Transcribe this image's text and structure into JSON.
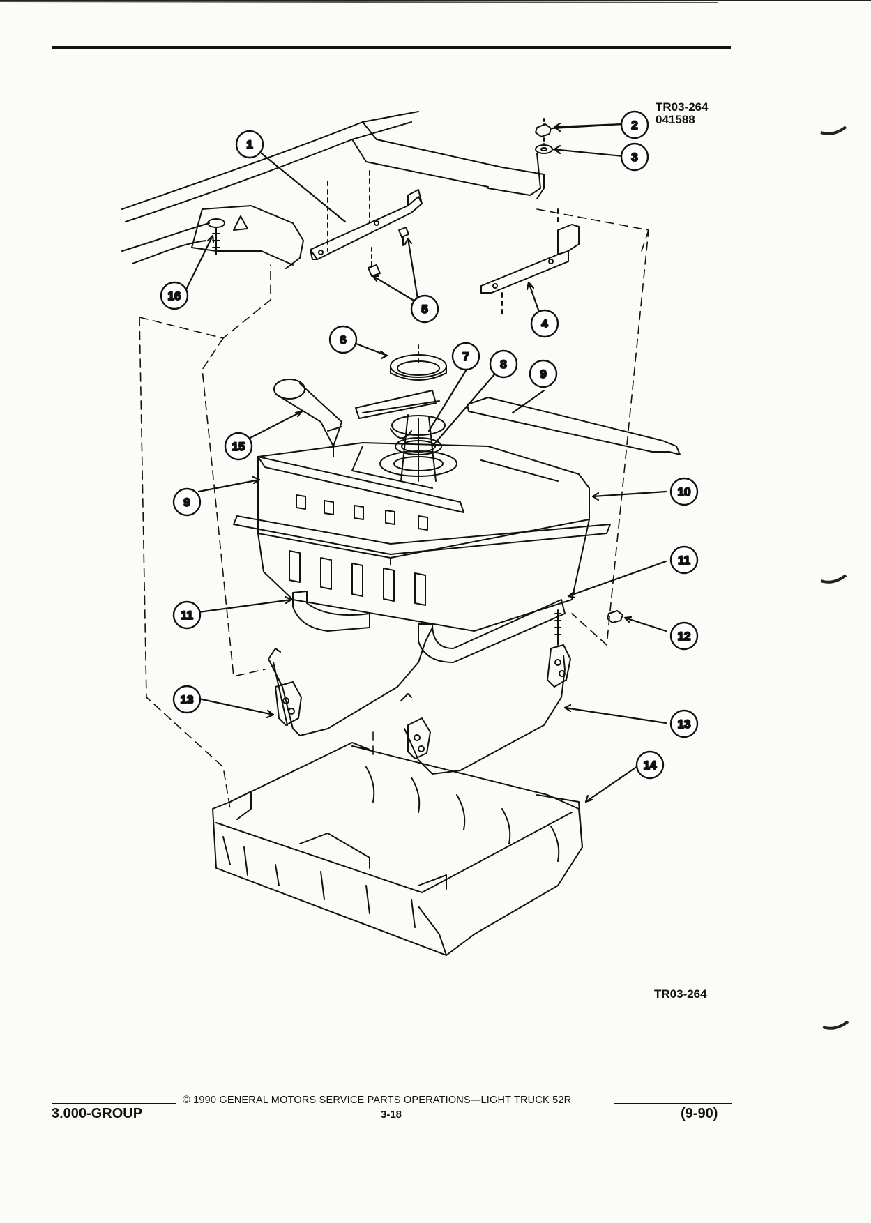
{
  "header": {
    "illustration_id_line1": "TR03-264",
    "illustration_id_line2": "041588"
  },
  "figure": {
    "code": "TR03-264",
    "callouts": [
      "1",
      "2",
      "3",
      "4",
      "5",
      "6",
      "7",
      "8",
      "9",
      "10",
      "11",
      "12",
      "13",
      "14",
      "15",
      "16"
    ]
  },
  "footer": {
    "copyright": "© 1990 GENERAL MOTORS SERVICE PARTS OPERATIONS—LIGHT TRUCK 52R",
    "group": "3.000-GROUP",
    "page_number": "3-18",
    "revision_date": "(9-90)"
  }
}
